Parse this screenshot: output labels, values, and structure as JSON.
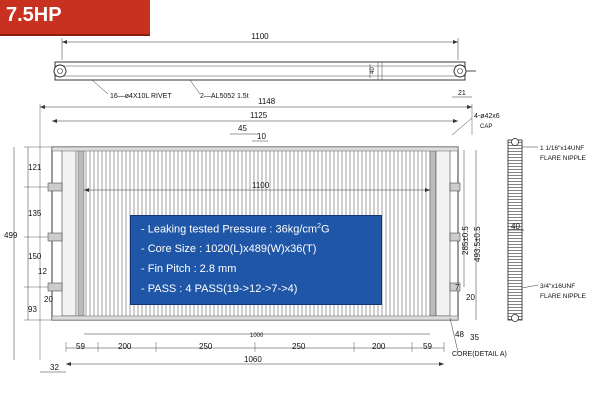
{
  "header": {
    "model": "7.5HP",
    "accent_color": "#c8301f"
  },
  "top_view": {
    "width_dim": "1100",
    "height_dim": "40",
    "callout_rivet": "16—ø4X10L RIVET",
    "callout_plate": "2—AL5052 1.5t"
  },
  "front_view": {
    "dim_overall": "1148",
    "dim_inner": "1125",
    "dim_tube": "1100",
    "dim_45": "45",
    "dim_10": "10",
    "dim_21": "21",
    "dim_1000": "1000",
    "dim_1060": "1060",
    "dim_32": "32",
    "dim_48": "48",
    "dim_35": "35",
    "dim_7": "7",
    "dim_20_right": "20",
    "dim_12": "12",
    "dim_20_left": "20",
    "left_dims": [
      "121",
      "135",
      "150",
      "93"
    ],
    "dim_499": "499",
    "right_dims": [
      "285±0.5",
      "493.5±0.5"
    ],
    "bottom_dims": [
      "59",
      "200",
      "250",
      "250",
      "200",
      "59"
    ],
    "hole_callout": "4-ø42x6",
    "cap_label": "CAP",
    "core_label": "CORE(DETAIL A)"
  },
  "side_view": {
    "dim_40": "40",
    "top_fitting_size": "1 1/16\"x14UNF",
    "top_fitting_type": "FLARE NIPPLE",
    "bottom_fitting_size": "3/4\"x16UNF",
    "bottom_fitting_type": "FLARE NIPPLE"
  },
  "spec_box": {
    "background": "#1f56a8",
    "pressure_label": "- Leaking tested Pressure : 36kg/cm",
    "pressure_sup": "2",
    "pressure_unit": "G",
    "core_size": "- Core Size : 1020(L)x489(W)x36(T)",
    "fin_pitch": "- Fin Pitch : 2.8 mm",
    "pass": "- PASS : 4 PASS(19->12->7->4)"
  }
}
